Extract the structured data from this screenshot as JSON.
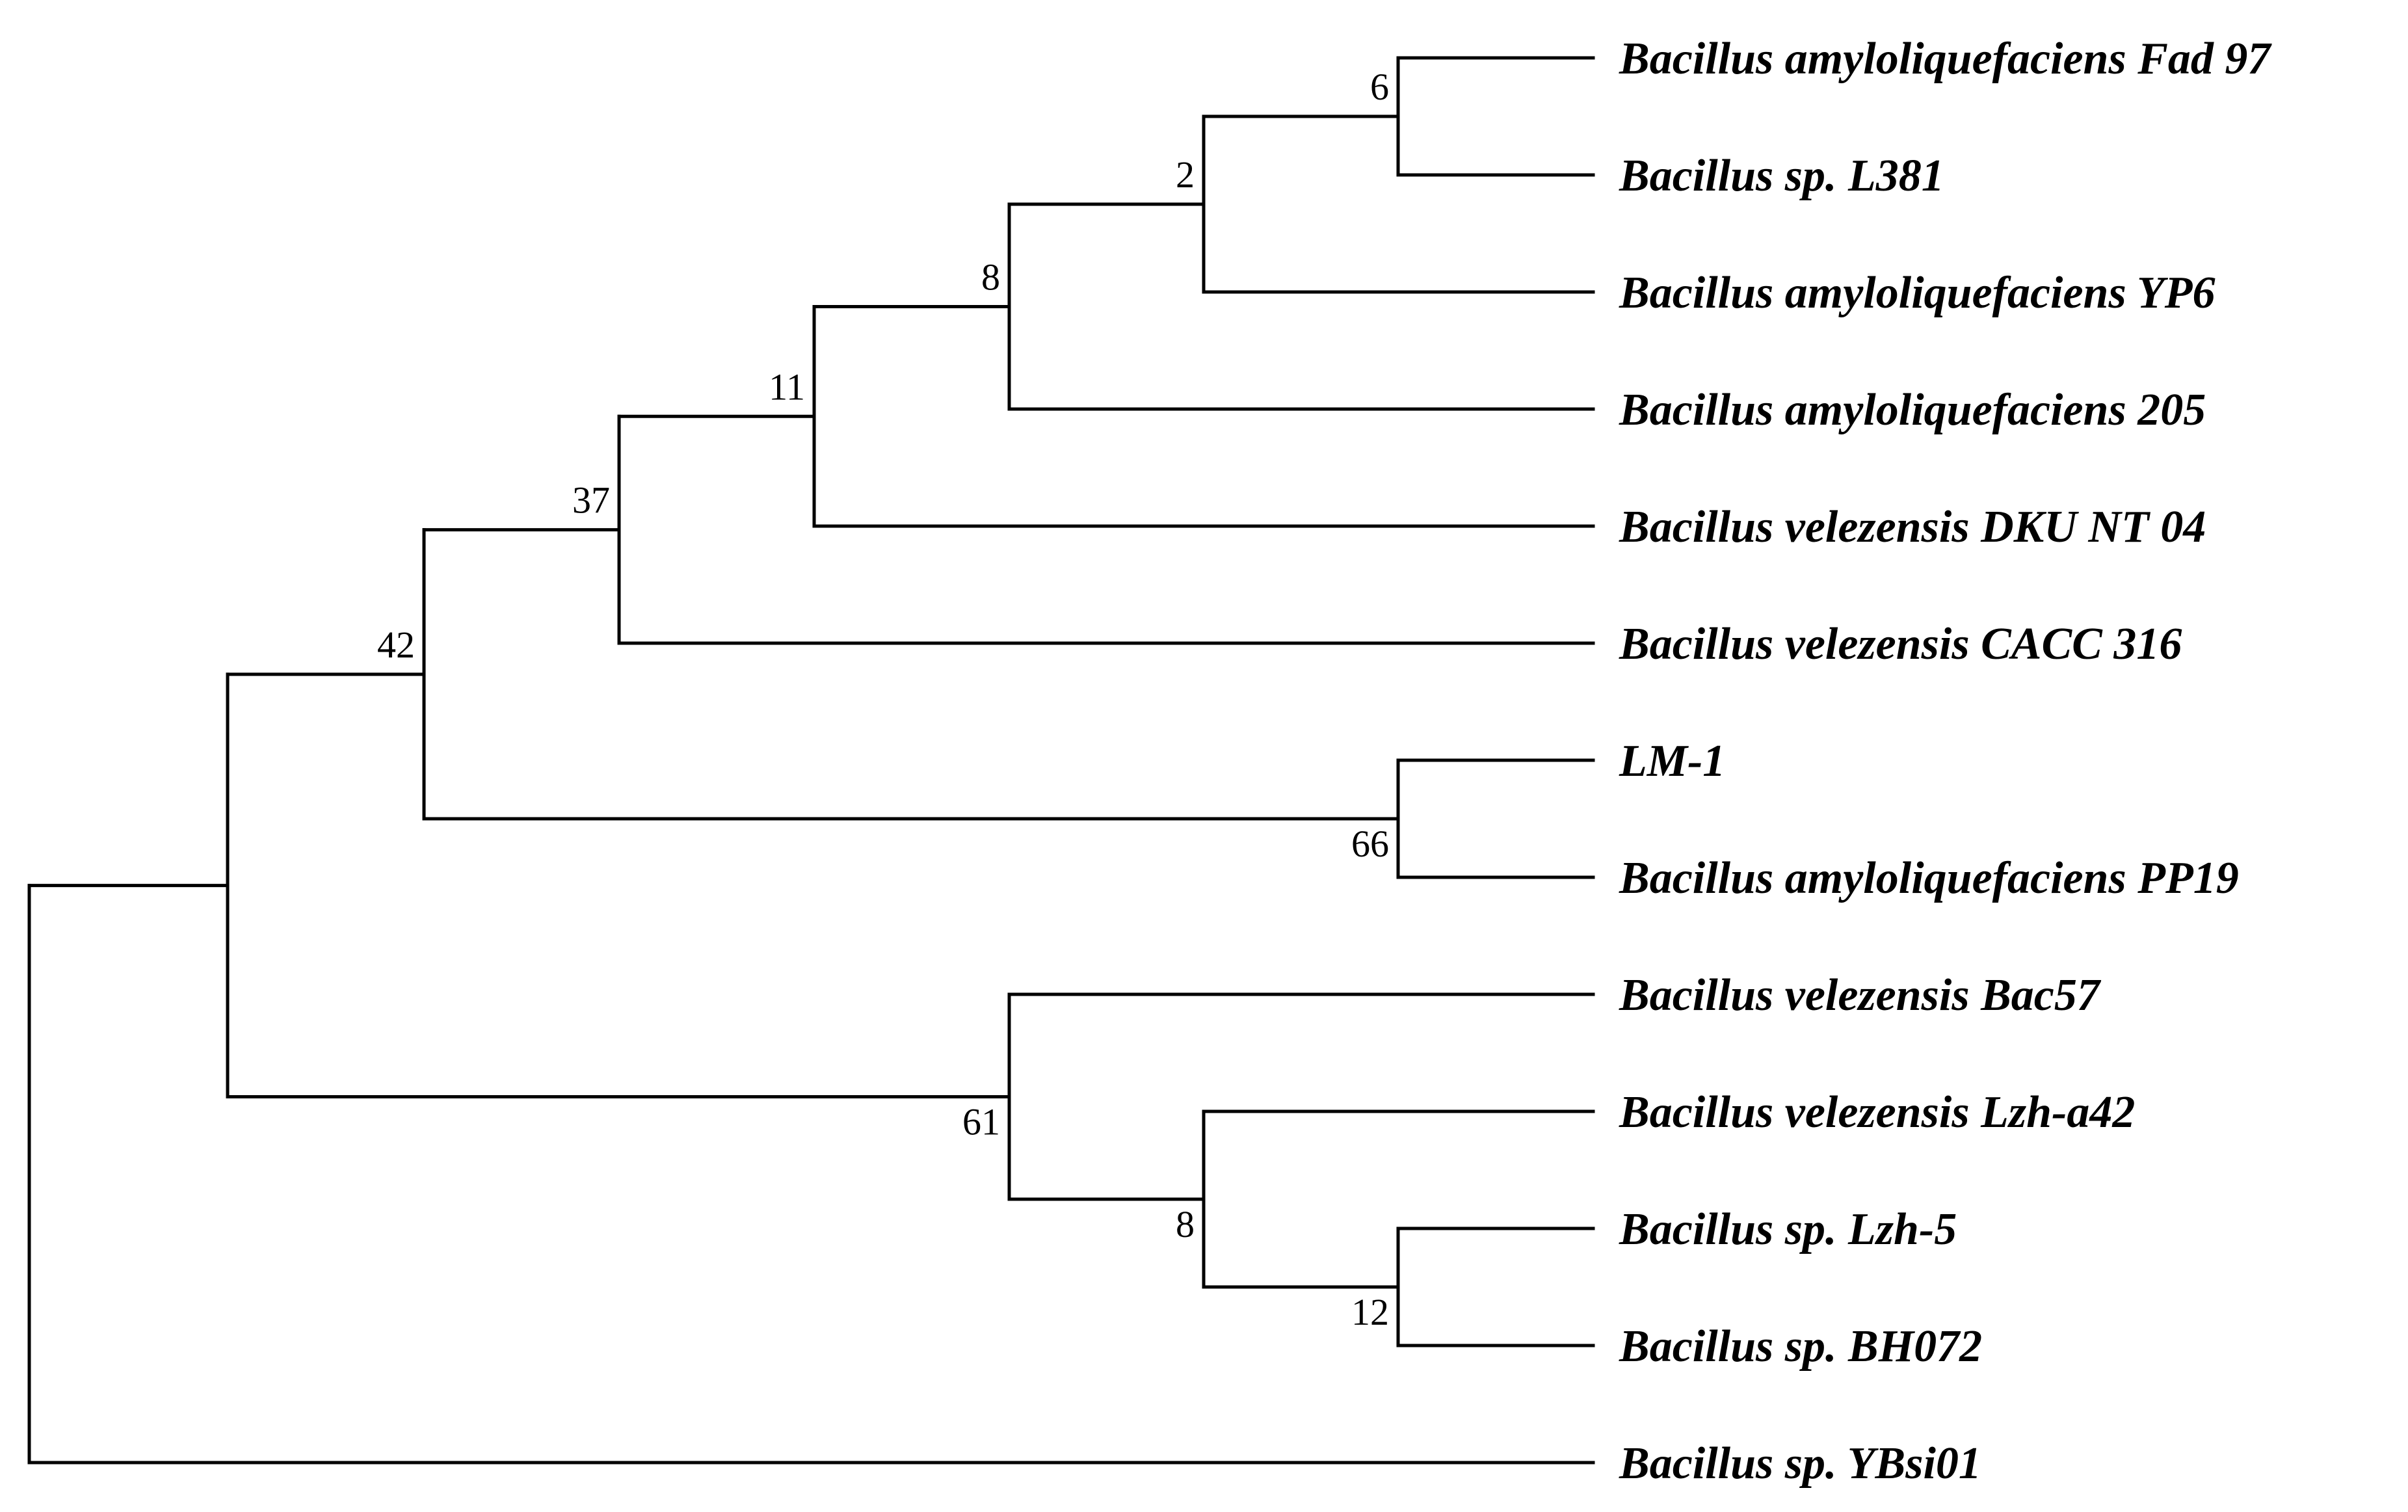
{
  "tree": {
    "leaves": [
      {
        "id": "fad97",
        "label": "Bacillus amyloliquefaciens Fad 97"
      },
      {
        "id": "l381",
        "label": "Bacillus sp. L381"
      },
      {
        "id": "yp6",
        "label": "Bacillus amyloliquefaciens YP6"
      },
      {
        "id": "a205",
        "label": "Bacillus amyloliquefaciens 205"
      },
      {
        "id": "dku",
        "label": "Bacillus velezensis DKU NT 04"
      },
      {
        "id": "cacc",
        "label": "Bacillus velezensis CACC 316"
      },
      {
        "id": "lm1",
        "label": "LM-1"
      },
      {
        "id": "pp19",
        "label": "Bacillus amyloliquefaciens PP19"
      },
      {
        "id": "bac57",
        "label": "Bacillus velezensis Bac57"
      },
      {
        "id": "lzha42",
        "label": "Bacillus velezensis Lzh-a42"
      },
      {
        "id": "lzh5",
        "label": "Bacillus sp. Lzh-5"
      },
      {
        "id": "bh072",
        "label": "Bacillus sp. BH072"
      },
      {
        "id": "ybsi01",
        "label": "Bacillus sp. YBsi01"
      }
    ],
    "nodes": [
      {
        "id": "n6",
        "support": "6",
        "children": [
          "fad97",
          "l381"
        ]
      },
      {
        "id": "n2",
        "support": "2",
        "children": [
          "n6",
          "yp6"
        ]
      },
      {
        "id": "n8a",
        "support": "8",
        "children": [
          "n2",
          "a205"
        ]
      },
      {
        "id": "n11",
        "support": "11",
        "children": [
          "n8a",
          "dku"
        ]
      },
      {
        "id": "n37",
        "support": "37",
        "children": [
          "n11",
          "cacc"
        ]
      },
      {
        "id": "n66",
        "support": "66",
        "children": [
          "lm1",
          "pp19"
        ]
      },
      {
        "id": "n42",
        "support": "42",
        "children": [
          "n37",
          "n66"
        ]
      },
      {
        "id": "n12",
        "support": "12",
        "children": [
          "lzh5",
          "bh072"
        ]
      },
      {
        "id": "n8b",
        "support": "8",
        "children": [
          "lzha42",
          "n12"
        ]
      },
      {
        "id": "n61",
        "support": "61",
        "children": [
          "bac57",
          "n8b"
        ]
      },
      {
        "id": "ningroup",
        "support": "",
        "children": [
          "n42",
          "n61"
        ]
      },
      {
        "id": "root",
        "support": "",
        "children": [
          "ningroup",
          "ybsi01"
        ]
      }
    ]
  }
}
